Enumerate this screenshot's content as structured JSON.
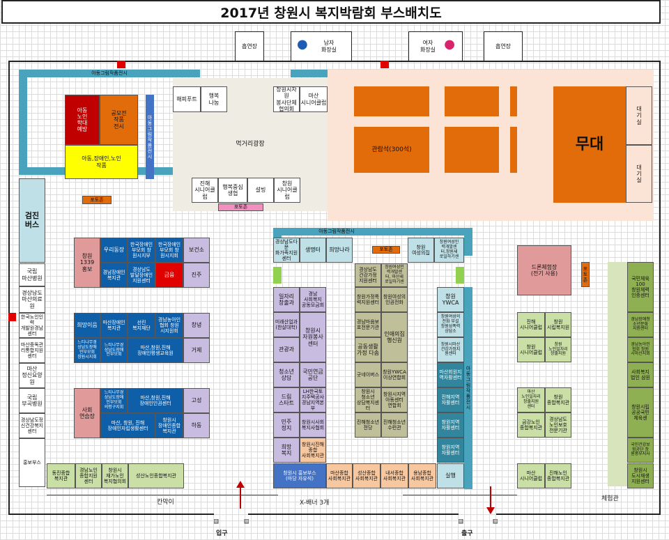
{
  "title": "2017년 창원시 복지박람회 부스배치도",
  "top": {
    "smoke_left": "흡연장",
    "men_restroom": "남자\n화장실",
    "women_restroom": "여자\n화장실",
    "smoke_right": "흡연장"
  },
  "corridor": {
    "top_left": "아동그림작품전시",
    "right_vertical": "아동그림작품전시",
    "center_top": "아동그림작품전시",
    "left_vertical": "아동그림작품전시"
  },
  "food": {
    "plaza": "먹거리광장",
    "herbi_foot": "해피푸트",
    "happy_nanum": "행복\n나눔",
    "volunteer_org": "창원시자원\n봉사단체\n협의회",
    "masan_senior": "마산\n시니어클럽",
    "jinhae_senior": "진해\n시니어클럽",
    "happy_center": "행복중심\n생협",
    "snack": "설빙",
    "changwon_senior": "창원\n시니어클럽",
    "pr_zone": "포토존"
  },
  "stage": {
    "seats": "관람석(300석)",
    "stage": "무대",
    "wait1": "대\n기\n실",
    "wait2": "대\n기\n실"
  },
  "left_top": {
    "child_elderly_exhibit": "아동\n노인\n학대\n예방",
    "contest_exhibit": "공모전\n작품\n전시",
    "art_exhibit": "아동,장애인,노인\n작품"
  },
  "labels": {
    "photo_zone_left": "포토존",
    "photo_zone_center": "포토존",
    "photo_zone_right": "포토존",
    "entrance": "입구",
    "exit": "출구",
    "divider": "칸막이",
    "banner": "X-배너 3개",
    "experience": "체험관"
  },
  "left_col": {
    "bus": "검진\n버스",
    "national_masan": "국립\n마산병원",
    "gyeongnam_masan": "경상남도\n마산의료원",
    "korea_red": "한국노인인력\n개발원경남\n센터",
    "masan_meat": "마산중독관\n리통합지원\n센터",
    "masan_mental": "마산\n정신요양원",
    "national_bugok": "국립\n부곡병원",
    "gyeongnam_health": "경상남도정\n신건강복지\n센터",
    "booth_bottom": "홍보부스"
  },
  "blockA": {
    "changwon_1339": "창원\n1339\n홍보",
    "umun": "우리동장",
    "korea_disabled1": "한국장애인\n부모회 창\n원시지부",
    "korea_disabled2": "한국장애인\n부모회 창\n원시지회",
    "health": "보건소",
    "gyeongnam_welfare": "경남장애인\n복지관",
    "gyeongnam_dev": "경상남도\n발달장애인\n지원센터",
    "green": "금융",
    "jinju": "진주",
    "hospital": "희망이음",
    "masan_disabled": "마산장애인\n복지관",
    "sun_welfare": "선린\n복지재단",
    "gyeongnam_assoc": "경남농아인\n협회 창원\n시지원회",
    "haman": "창녕",
    "cheonji": "느티나무경\n상남도장애\n인부모회\n창원시지회",
    "nutinamu": "느티나무경\n상남도장애\n인부모회",
    "masan_changwon": "마산,창원,진해\n장애인평생교육원",
    "geoje": "거제",
    "sago": "사회\n연습장",
    "nuti2": "느티나무경\n상남도장애\n인부모회\n의령구지회",
    "msc": "마산,창원,진해\n장애인인권센터",
    "goseong": "고성",
    "msc2": "마산, 창원, 진해\n장애인자립생활센터",
    "changwon_comp": "창원시\n장애인종합\n복지관",
    "hadong": "하동"
  },
  "blockB": {
    "gyeongnam_info": "경상남도다문\n화가족지원\n센터",
    "hanmaum": "생명터",
    "hope_nara": "희망나라",
    "ilja": "일자리\n창출과",
    "gyeongnam_social": "경남\n사회복지\n공동모금회",
    "mirae": "미래산업과\n(한살대학)",
    "changwon_vol": "창원시\n자원봉사\n센터",
    "gwan": "관광과",
    "youth_rep": "청소년\n상담",
    "national_pension": "국민연금\n공단",
    "dream": "드림\n스타트",
    "lh": "LH한국토\n지주택공사\n경남지역본\n부",
    "minju": "민주\n정지",
    "changwon_social": "창원시사회\n복지사협회",
    "hoehwang": "희망\n복지",
    "changwon_comp2": "창원시진해\n종합\n사회복지관",
    "changwon_pr": "창원시 홍보부스\n(마당 자유석)"
  },
  "blockC": {
    "gyeongnam_health2": "경상남도\n건강가정\n지원센터",
    "women_center": "창원여성인\n력개발센\n터, 마산새\n로일하기센",
    "changwon_women": "창원\n여성의집",
    "changwon_women2": "창원여성인\n력개발센\n터,창원새\n로일하기센",
    "changwon_health": "창원가정폭\n력지원센터",
    "changwon_human": "창원여성의\n인권전화",
    "gyeongnam_life": "경남마음보\n호전문기관",
    "in_care": "인애의집\n행신원",
    "joint_living": "공동생활\n가정 다솜",
    "goodneighbors": "굿네이버스",
    "lifeline": "창원YWCA\n이상연합회",
    "changwon_youth": "창원시\n청소년\n상담복지센터",
    "changwon_youth2": "창원시지역\n아동센터\n연합회",
    "jinhae_youth": "진해청소년\n전당",
    "jinhae_youth2": "진해청소년\n수련관",
    "ywca": "창원\nYWCA",
    "changwon_wv": "창원여성의\n전화 부설\n창원성폭력\n상담소",
    "changwon_family": "창원시마산\n건강가정지\n원센터",
    "masan_home": "마산회원지\n역자활센터",
    "jinhae_area": "진해지역\n자활센터",
    "changwon_area": "창원지역\n자활센터",
    "changwon_area2": "창원지역\n자활센터"
  },
  "blockD": {
    "drama": "드론체험장\n(전기 사용)",
    "national_100": "국민체육\n100\n창원체력\n인증센터",
    "jinhae_senior2": "진해\n시니어클럽",
    "changwon_senior_center": "창원\n시립복지원",
    "gyeongnam_senior": "경남장애청\n소년문화\n지원센터",
    "changwon_senior2": "창원\n시니어클럽",
    "changwon_elder": "창원\n노인일자리\n창출지원",
    "gyeongnam_elder": "경남농아인\n협회 창원\n시마산지회",
    "social_welfare": "사회복지\n법인 삼원",
    "masan_elder": "마산\n노인일자리\n창출지원\n센터",
    "changwon_comp_elder": "창원\n종합복지관",
    "changwon_sport": "창원시립\n공공국민\n체육센",
    "gyeongnam_jobs": "금강노인\n종합복지관",
    "gyeongnam_prot": "경상남도\n노인보호\n전문기관",
    "national_health": "국민건강보\n험공단 창\n원중부지사",
    "masan_senior2": "마산\n시니어클럽",
    "jinhae_welfare": "진해노인\n종합복지관",
    "changwon_doctor": "창원시\n도시재생\n지원센터"
  },
  "bottom": {
    "dongchang": "동진종합\n복지관",
    "gyeongnam_elder_comp": "경남노인\n종합지원\n센터",
    "changwon_home": "창원시\n재가노인\n복지협의회",
    "bugok_comp": "성산노인종합복지관",
    "masan_comp": "마산종합\n사회복지관",
    "seongsan_comp": "성산종합\n사회복지관",
    "naeseo_comp": "내서종합\n사회복지관",
    "yongnam_comp": "용남종합\n사회복지관",
    "reserve": "실행"
  }
}
